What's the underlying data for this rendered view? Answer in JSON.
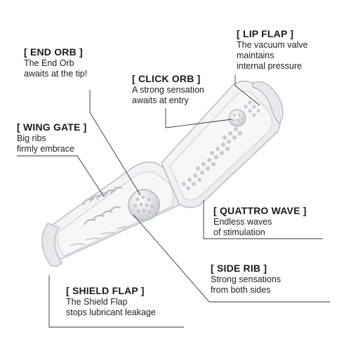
{
  "callouts": {
    "end_orb": {
      "title": "[ END ORB ]",
      "lines": [
        "The End Orb",
        "awaits at the tip!"
      ]
    },
    "click_orb": {
      "title": "[ CLICK ORB ]",
      "lines": [
        "A strong sensation",
        "awaits at entry"
      ]
    },
    "lip_flap": {
      "title": "[ LIP FLAP ]",
      "lines": [
        "The vacuum valve",
        "maintains",
        "internal pressure"
      ]
    },
    "wing_gate": {
      "title": "[ WING GATE ]",
      "lines": [
        "Big ribs",
        "firmly embrace"
      ]
    },
    "quattro_wave": {
      "title": "[ QUATTRO WAVE ]",
      "lines": [
        "Endless waves",
        "of stimulation"
      ]
    },
    "side_rib": {
      "title": "[ SIDE RIB ]",
      "lines": [
        "Strong sensations",
        "from both sides"
      ]
    },
    "shield_flap": {
      "title": "[ SHIELD FLAP ]",
      "lines": [
        "The Shield Flap",
        "stops lubricant leakage"
      ]
    }
  },
  "colors": {
    "text": "#1a1a1a",
    "leader_line": "#333333",
    "shell_outline": "#b8bcc2",
    "shell_fill": "#f3f4f6",
    "texture": "#c9ccd1"
  },
  "icons": [
    "end-orb-sphere",
    "click-orb-sphere",
    "rib-texture",
    "wave-texture"
  ]
}
